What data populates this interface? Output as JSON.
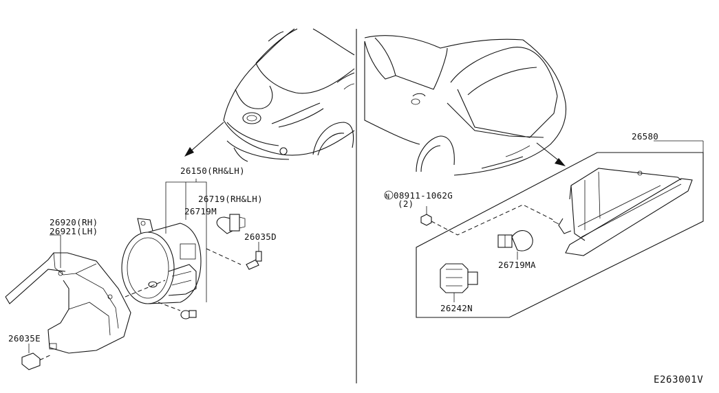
{
  "diagram_code": "E263001V",
  "labels": {
    "p26150": "26150(RH&LH)",
    "p26719": "26719(RH&LH)",
    "p26719m": "26719M",
    "p26035d": "26035D",
    "p26920": "26920(RH)",
    "p26921": "26921(LH)",
    "p26035e": "26035E",
    "p26580": "26580",
    "p08911": "08911-1062G",
    "p08911_mark": "N",
    "p08911_qty": "(2)",
    "p26719ma": "26719MA",
    "p26242n": "26242N"
  }
}
